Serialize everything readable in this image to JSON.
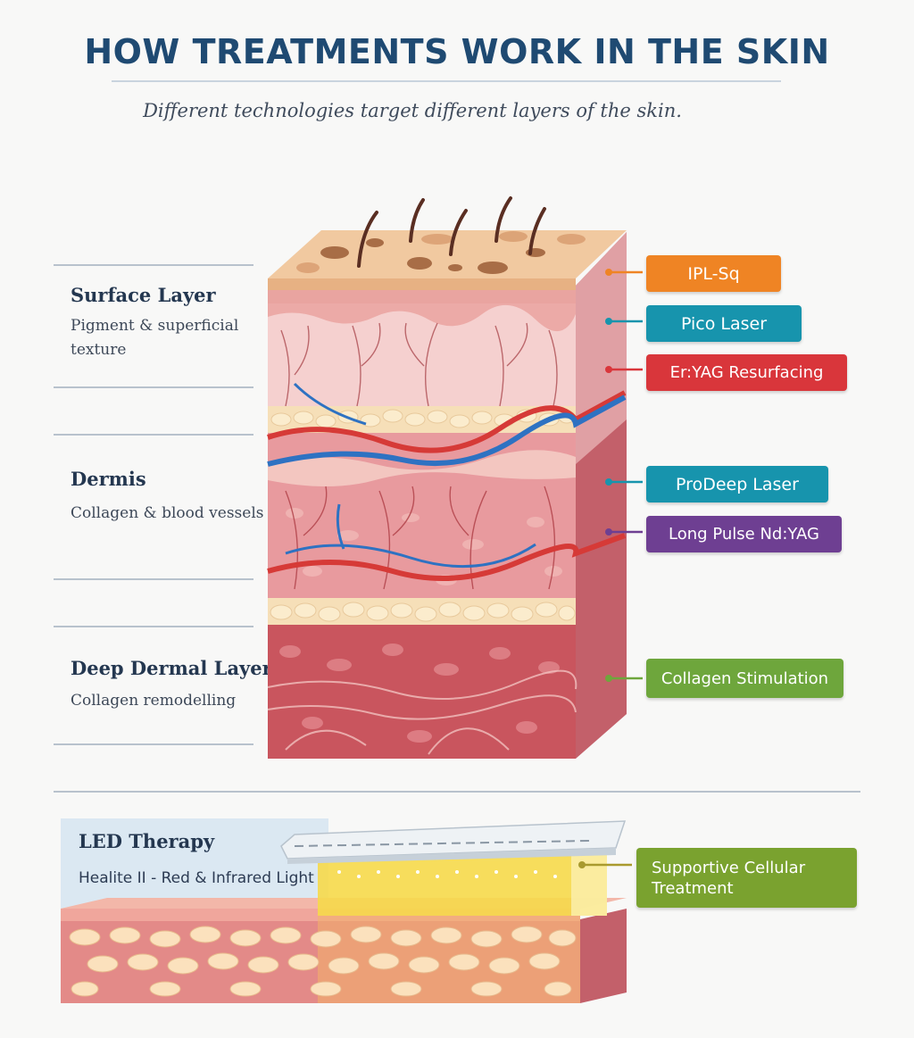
{
  "header": {
    "title": "HOW TREATMENTS WORK IN THE SKIN",
    "subtitle": "Different technologies target different layers of the skin."
  },
  "layers": [
    {
      "title": "Surface Layer",
      "description": "Pigment & superficial texture",
      "desc_lines": [
        "Pigment & superficial",
        "texture"
      ]
    },
    {
      "title": "Dermis",
      "description": "Collagen & blood vessels"
    },
    {
      "title": "Deep Dermal Layer",
      "description": "Collagen remodelling"
    }
  ],
  "treatments": [
    {
      "label": "IPL-Sq",
      "color": "#ef8424"
    },
    {
      "label": "Pico Laser",
      "color": "#1794ad"
    },
    {
      "label": "Er:YAG Resurfacing",
      "color": "#d9363b"
    },
    {
      "label": "ProDeep Laser",
      "color": "#1794ad"
    },
    {
      "label": "Long Pulse Nd:YAG",
      "color": "#6e3f92"
    },
    {
      "label": "Collagen Stimulation",
      "color": "#6ea63c"
    }
  ],
  "led": {
    "title": "LED Therapy",
    "description": "Healite II - Red & Infrared Light",
    "tag": "Supportive Cellular Treatment",
    "tag_lines": [
      "Supportive Cellular",
      "Treatment"
    ],
    "tag_color": "#7aa22f"
  },
  "colors": {
    "title": "#1f4a72",
    "epidermis": "#f1c9a0",
    "dermis": "#e89a9e",
    "deep": "#c9555e",
    "vessel_red": "#d63a37",
    "vessel_blue": "#2e72c2",
    "fat": "#f8e2b9",
    "led_light": "#f6d94a"
  }
}
